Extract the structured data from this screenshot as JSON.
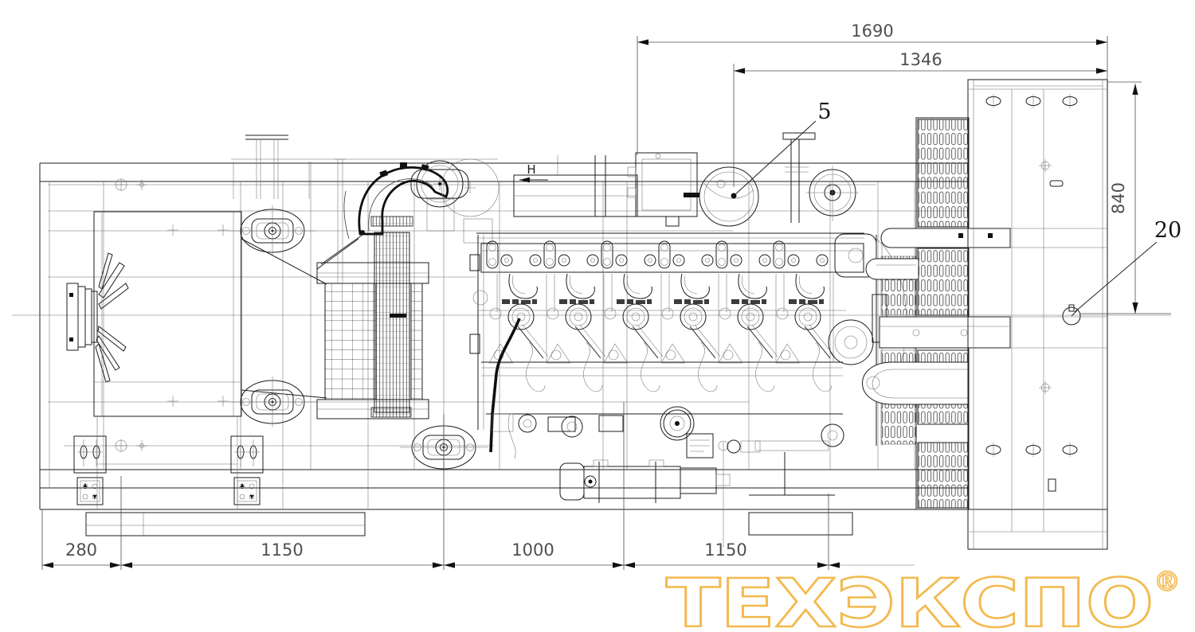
{
  "drawing": {
    "type": "technical-drawing",
    "subject": "Diesel generator set — general arrangement side elevation",
    "dimensions": {
      "top_overall": "1690",
      "top_inner": "1346",
      "right_height": "840",
      "bottom": [
        "280",
        "1150",
        "1000",
        "1150"
      ]
    },
    "callouts": {
      "part5": "5",
      "part20": "20",
      "direction": "H"
    }
  },
  "watermark": {
    "text": "ТЕХЭКСПО",
    "registered": "®",
    "color": "#F3B94E"
  }
}
